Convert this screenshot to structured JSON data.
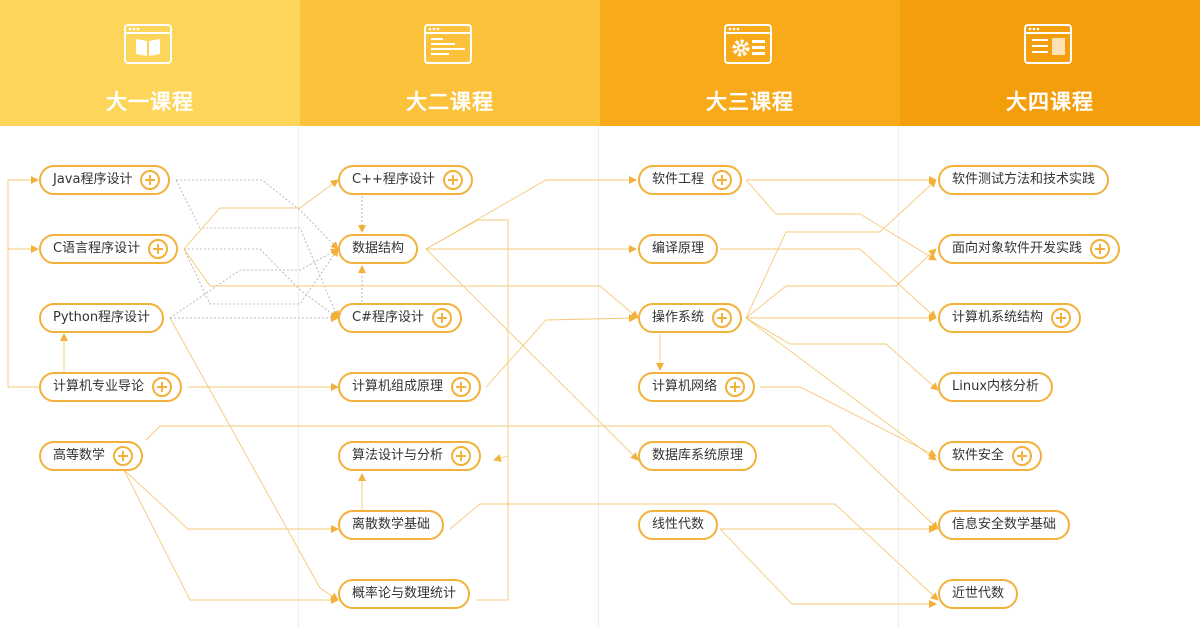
{
  "headers": [
    {
      "title": "大一课程",
      "icon": "book-window-icon"
    },
    {
      "title": "大二课程",
      "icon": "code-window-icon"
    },
    {
      "title": "大三课程",
      "icon": "gear-window-icon"
    },
    {
      "title": "大四课程",
      "icon": "layout-window-icon"
    }
  ],
  "courses": {
    "java": "Java程序设计",
    "c": "C语言程序设计",
    "python": "Python程序设计",
    "intro": "计算机专业导论",
    "math": "高等数学",
    "cpp": "C++程序设计",
    "ds": "数据结构",
    "csharp": "C#程序设计",
    "co": "计算机组成原理",
    "algo": "算法设计与分析",
    "discrete": "离散数学基础",
    "prob": "概率论与数理统计",
    "se": "软件工程",
    "compiler": "编译原理",
    "os": "操作系统",
    "net": "计算机网络",
    "db": "数据库系统原理",
    "la": "线性代数",
    "test": "软件测试方法和技术实践",
    "oop": "面向对象软件开发实践",
    "arch": "计算机系统结构",
    "linux": "Linux内核分析",
    "sec": "软件安全",
    "secmath": "信息安全数学基础",
    "modern": "近世代数"
  },
  "colors": {
    "accent": "#f2b13a",
    "solid_line": "#f6c878",
    "dashed_line": "#aaaaaa",
    "header_1": "#fdd55a",
    "header_2": "#fcc23c",
    "header_3": "#f8aa1a",
    "header_4": "#f59e0b"
  }
}
